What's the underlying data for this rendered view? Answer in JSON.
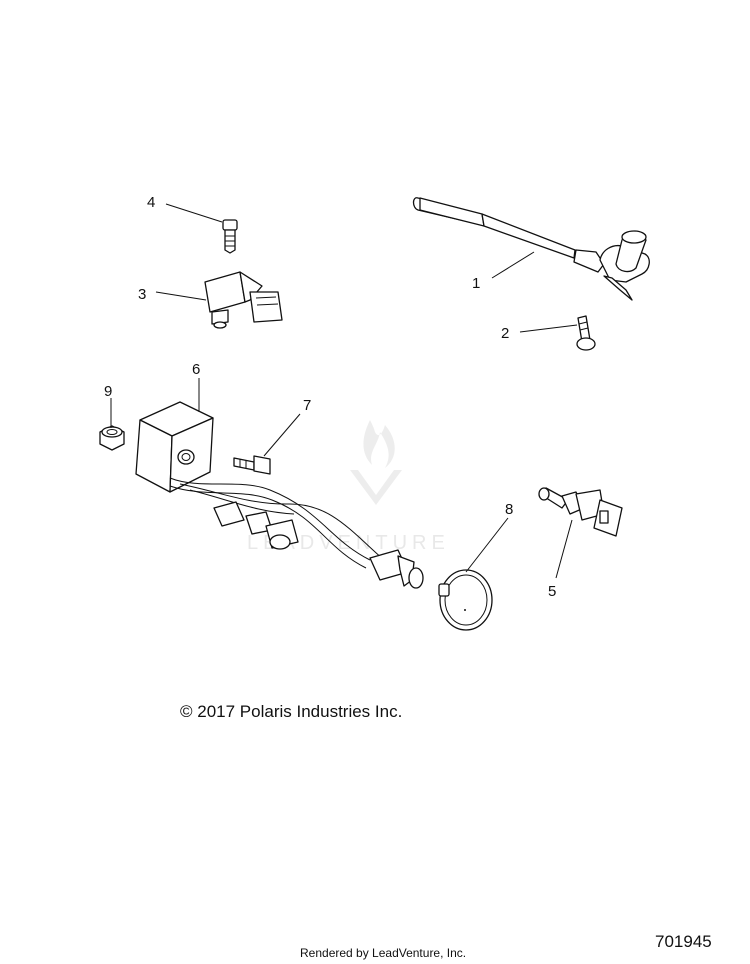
{
  "callouts": {
    "c1": "1",
    "c2": "2",
    "c3": "3",
    "c4": "4",
    "c5": "5",
    "c6": "6",
    "c7": "7",
    "c8": "8",
    "c9": "9"
  },
  "copyright": "© 2017 Polaris Industries Inc.",
  "rendered_by": "Rendered by LeadVenture, Inc.",
  "diagram_id": "701945",
  "watermark": "LEADVENTURE"
}
